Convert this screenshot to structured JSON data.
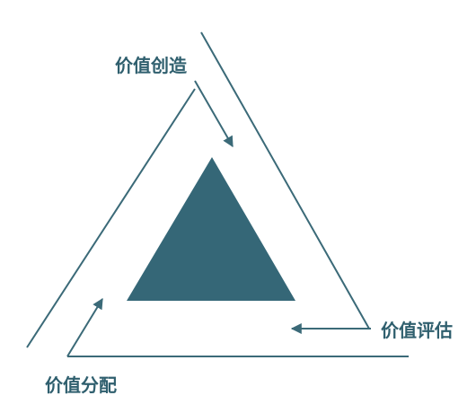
{
  "labels": {
    "create": "价值创造",
    "evaluate": "价值评估",
    "distribute": "价值分配"
  },
  "colors": {
    "line": "#3b6a78",
    "core": "#356777",
    "text": "#2f5f6e"
  }
}
